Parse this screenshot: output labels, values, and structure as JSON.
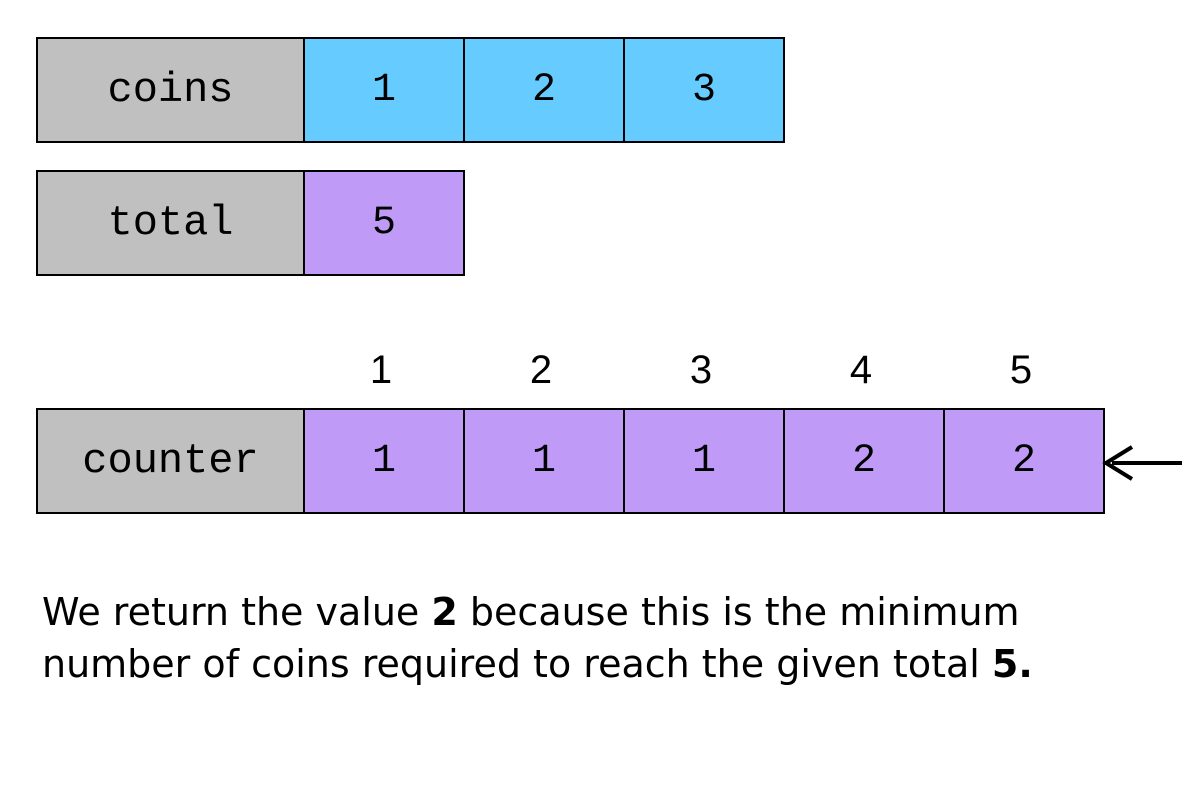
{
  "coins": {
    "label": "coins",
    "values": [
      "1",
      "2",
      "3"
    ]
  },
  "total": {
    "label": "total",
    "value": "5"
  },
  "counter": {
    "label": "counter",
    "indices": [
      "1",
      "2",
      "3",
      "4",
      "5"
    ],
    "values": [
      "1",
      "1",
      "1",
      "2",
      "2"
    ]
  },
  "caption": {
    "part1": "We return the value ",
    "bold1": "2",
    "part2": " because this is the minimum number of coins required to reach the given total ",
    "bold2": "5."
  },
  "colors": {
    "label_cell": "#c0c0c0",
    "coins_cell": "#66ccff",
    "total_cell": "#bf9bf7",
    "counter_cell": "#bf9bf7"
  },
  "icons": {
    "pointer": "left-arrow-icon"
  }
}
